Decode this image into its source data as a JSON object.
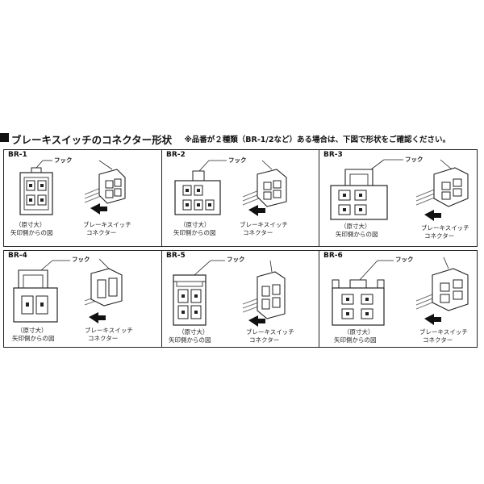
{
  "header": {
    "title": "ブレーキスイッチのコネクター形状",
    "note": "※品番が２種類（BR-1/2など）ある場合は、下図で形状をご確認ください。"
  },
  "panels": [
    {
      "id": "BR-1",
      "hook": "フック",
      "size": "（原寸大）",
      "view": "矢印側からの図",
      "conn1": "ブレーキスイッチ",
      "conn2": "コネクター"
    },
    {
      "id": "BR-2",
      "hook": "フック",
      "size": "（原寸大）",
      "view": "矢印側からの図",
      "conn1": "ブレーキスイッチ",
      "conn2": "コネクター"
    },
    {
      "id": "BR-3",
      "hook": "フック",
      "size": "（原寸大）",
      "view": "矢印側からの図",
      "conn1": "ブレーキスイッチ",
      "conn2": "コネクター"
    },
    {
      "id": "BR-4",
      "hook": "フック",
      "size": "（原寸大）",
      "view": "矢印側からの図",
      "conn1": "ブレーキスイッチ",
      "conn2": "コネクター"
    },
    {
      "id": "BR-5",
      "hook": "フック",
      "size": "（原寸大）",
      "view": "矢印側からの図",
      "conn1": "ブレーキスイッチ",
      "conn2": "コネクター"
    },
    {
      "id": "BR-6",
      "hook": "フック",
      "size": "（原寸大）",
      "view": "矢印側からの図",
      "conn1": "ブレーキスイッチ",
      "conn2": "コネクター"
    }
  ]
}
